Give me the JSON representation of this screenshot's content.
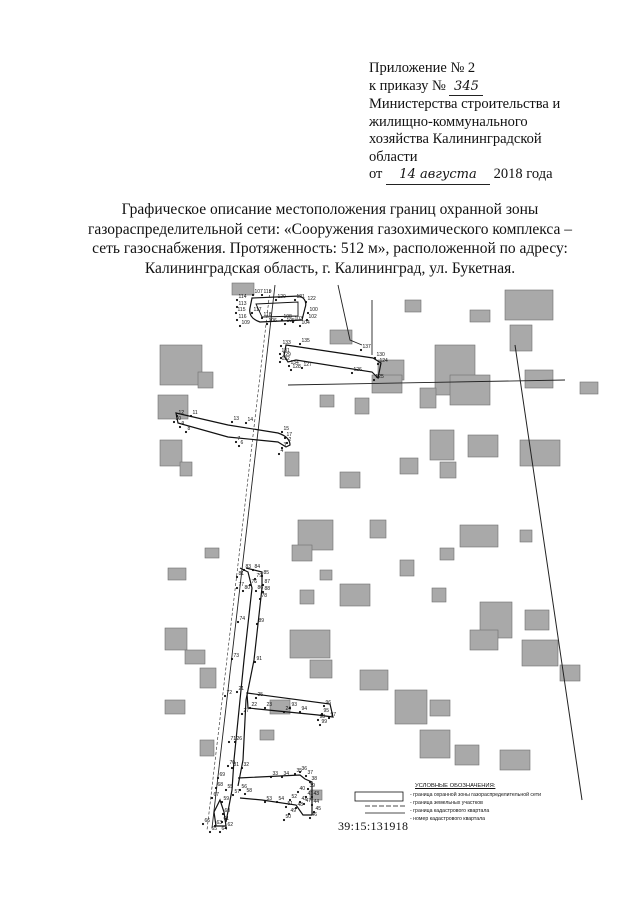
{
  "appendix": {
    "line1": "Приложение № 2",
    "line2_prefix": "к приказу №",
    "order_number": "345",
    "line3": "Министерства строительства и",
    "line4": "жилищно-коммунального",
    "line5": "хозяйства Калининградской",
    "line6": "области",
    "date_prefix": "от",
    "date_handwritten": "14 августа",
    "date_suffix": "2018 года"
  },
  "title": {
    "line1": "Графическое описание местоположения границ охранной зоны",
    "line2": "газораспределительной сети: «Сооружения газохимического комплекса –",
    "line3": "сеть газоснабжения. Протяженность: 512 м», расположенной по адресу:",
    "line4": "Калининградская область, г. Калининград, ул. Букетная."
  },
  "legend": {
    "title": "УСЛОВНЫЕ ОБОЗНАЧЕНИЯ:",
    "items": [
      "- граница охранной зоны газораспределительной сети",
      "- граница земельных участков",
      "- граница кадастрового квартала",
      "- номер кадастрового квартала"
    ]
  },
  "cadastral_quarter": "39:15:131918",
  "colors": {
    "ink": "#111111",
    "building": "#a9a9a9",
    "building_edge": "#6f6f6f",
    "zone_line": "#111111"
  },
  "point_labels": [
    "114",
    "113",
    "107",
    "119",
    "120",
    "121",
    "122",
    "100",
    "102",
    "105",
    "106",
    "104",
    "108",
    "103",
    "109",
    "115",
    "116",
    "117",
    "118",
    "133",
    "135",
    "137",
    "131",
    "132",
    "134",
    "128",
    "127",
    "126",
    "125",
    "129",
    "130",
    "124",
    "12",
    "13",
    "14",
    "15",
    "17",
    "2",
    "3",
    "4",
    "6",
    "7",
    "9",
    "10",
    "11",
    "8",
    "83",
    "84",
    "85",
    "81",
    "87",
    "88",
    "76",
    "77",
    "78",
    "79",
    "80",
    "86",
    "74",
    "89",
    "73",
    "91",
    "72",
    "71",
    "70",
    "69",
    "68",
    "67",
    "66",
    "65",
    "64",
    "63",
    "62",
    "61",
    "60",
    "21",
    "22",
    "23",
    "24",
    "25",
    "26",
    "27",
    "93",
    "94",
    "95",
    "96",
    "97",
    "98",
    "99",
    "31",
    "32",
    "33",
    "34",
    "35",
    "36",
    "37",
    "38",
    "39",
    "40",
    "41",
    "42",
    "43",
    "44",
    "45",
    "46",
    "47",
    "48",
    "49",
    "50",
    "51",
    "52",
    "53",
    "54",
    "55",
    "56",
    "57",
    "58",
    "59"
  ]
}
